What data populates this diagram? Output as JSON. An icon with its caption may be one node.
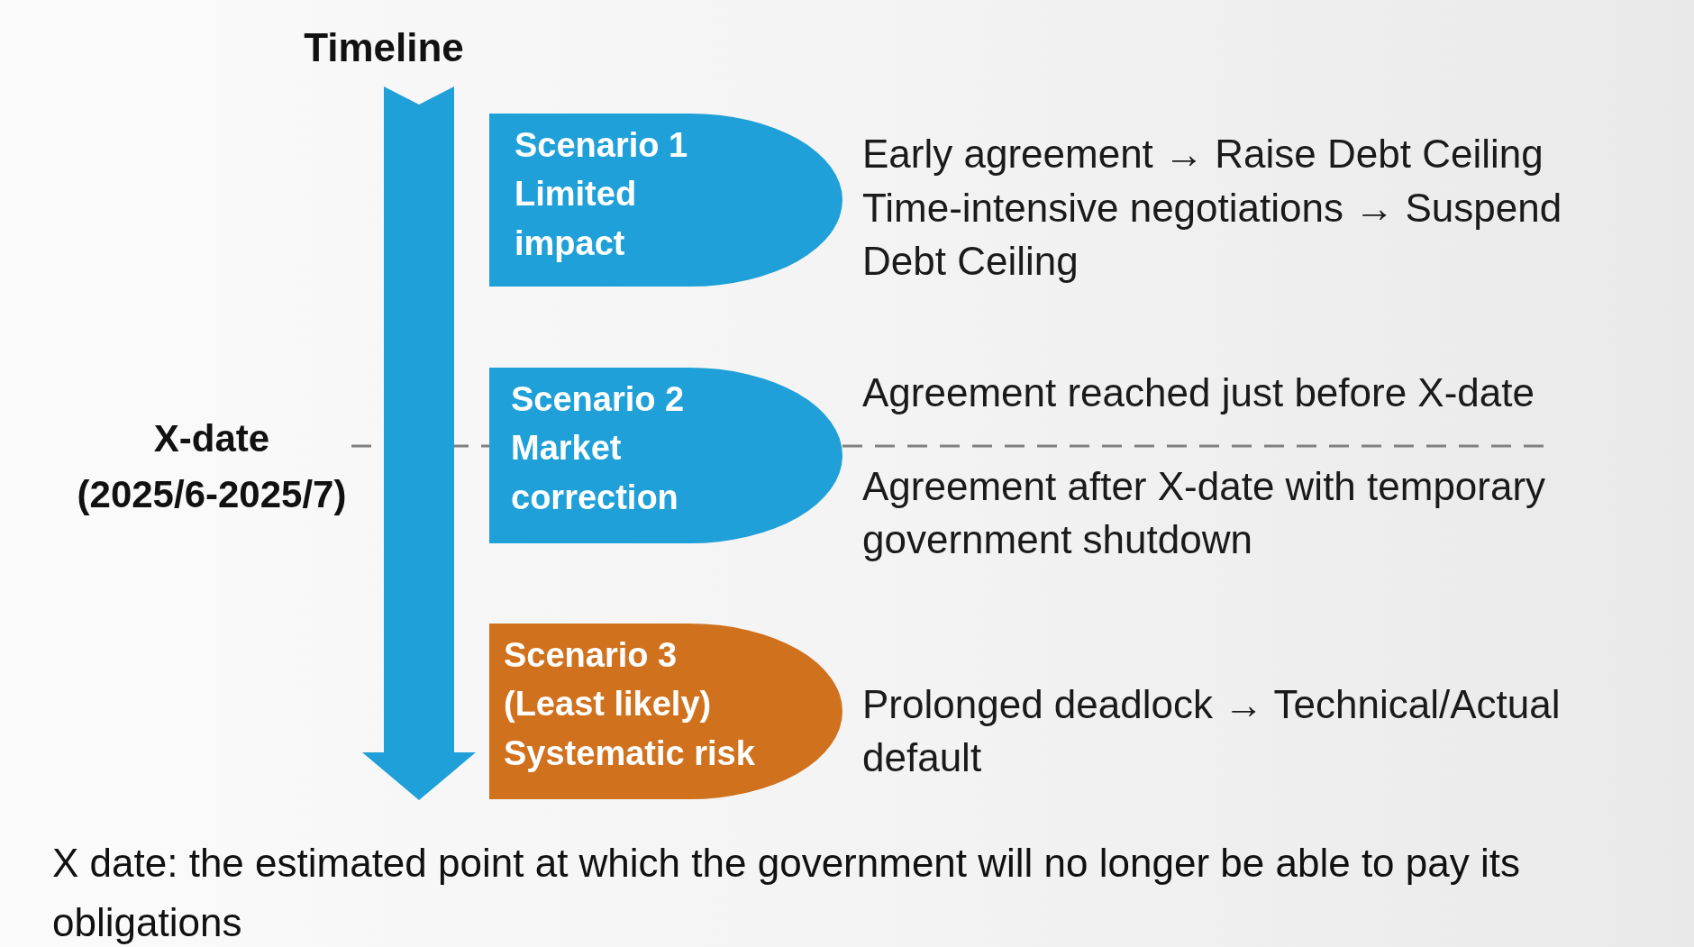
{
  "diagram": {
    "nodes": [
      {
        "text": [
          "Timeline"
        ]
      },
      {
        "text": [
          "Scenario 1",
          "Limited impact"
        ],
        "beside": [
          "Early agreement → Raise Debt Ceiling",
          "Time-intensive negotiations → Suspend Debt Ceiling"
        ]
      },
      {
        "text": [
          "Scenario 2",
          "Market correction"
        ],
        "beside": [
          "Agreement reached just before X-date",
          "Agreement after X-date with temporary government shutdown"
        ]
      },
      {
        "text": [
          "Scenario 3",
          "(Least likely) Systematic risk"
        ],
        "beside": [
          "Prolonged deadlock → Technical/Actual default"
        ]
      }
    ],
    "edges": [],
    "labels": [
      "X-date",
      "(2025/6-2025/7)"
    ],
    "caption": "X date:  the estimated point at which the government will no longer be able to pay its obligations"
  }
}
